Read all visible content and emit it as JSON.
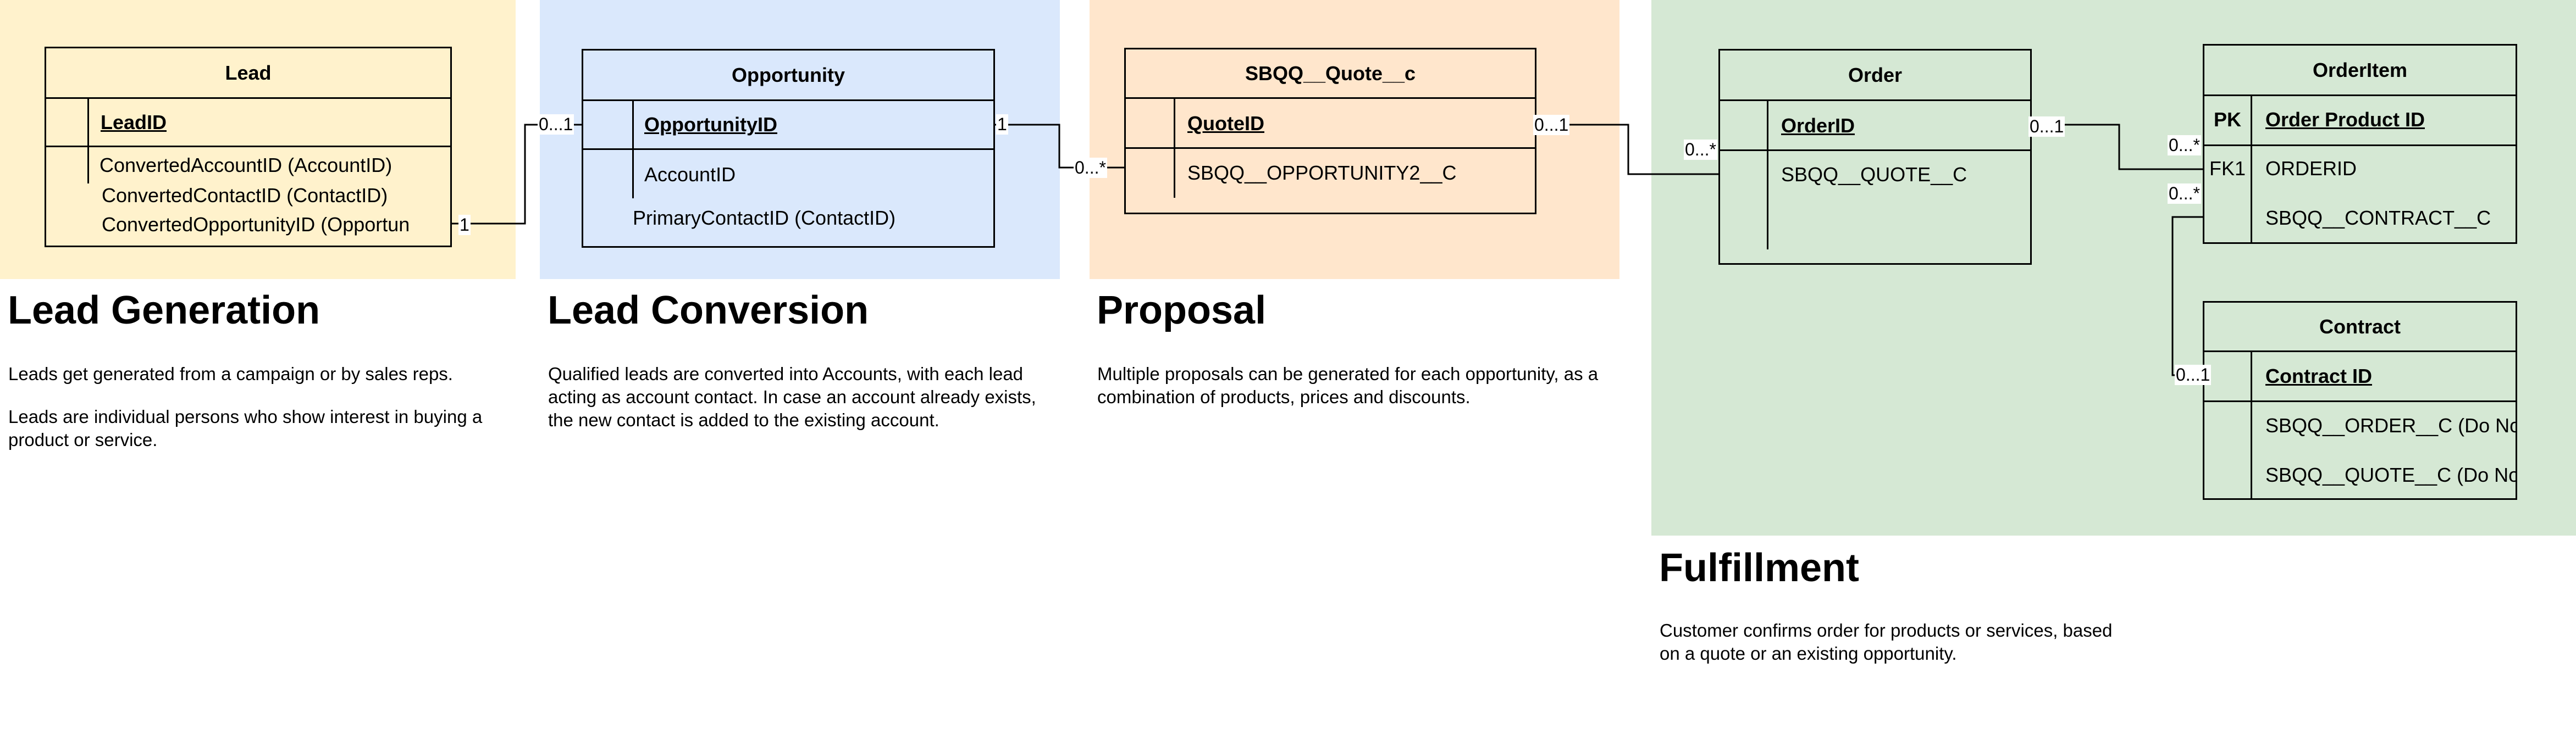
{
  "colors": {
    "lead_generation": "#fff2cc",
    "lead_conversion": "#dae8fc",
    "proposal": "#ffe6cc",
    "fulfillment": "#d5e8d4",
    "border": "#000000"
  },
  "entities": {
    "lead": {
      "title": "Lead",
      "pk": "LeadID",
      "fields": [
        "ConvertedAccountID (AccountID)",
        "ConvertedContactID (ContactID)",
        "ConvertedOpportunityID (Opportun"
      ]
    },
    "opportunity": {
      "title": "Opportunity",
      "pk": "OpportunityID",
      "field": "AccountID",
      "extra": "PrimaryContactID (ContactID)"
    },
    "quote": {
      "title": "SBQQ__Quote__c",
      "pk": "QuoteID",
      "field": "SBQQ__OPPORTUNITY2__C"
    },
    "order": {
      "title": "Order",
      "pk": "OrderID",
      "field": "SBQQ__QUOTE__C"
    },
    "orderitem": {
      "title": "OrderItem",
      "pk_key": "PK",
      "pk": "Order Product ID",
      "fk_key": "FK1",
      "fields": [
        "ORDERID",
        "SBQQ__CONTRACT__C"
      ]
    },
    "contract": {
      "title": "Contract",
      "pk": "Contract ID",
      "fields": [
        "SBQQ__ORDER__C (Do No",
        "SBQQ__QUOTE__C (Do No"
      ]
    }
  },
  "cardinalities": {
    "lead_side": "1",
    "opp_from_lead": "0...1",
    "opp_to_quote": "1",
    "quote_from_opp": "0...*",
    "quote_to_order": "0...1",
    "order_from_quote": "0...*",
    "order_to_item": "0...1",
    "item_from_order": "0...*",
    "item_to_contract": "0...*",
    "contract_from_item": "0...1"
  },
  "sections": {
    "lead_generation": {
      "heading": "Lead Generation",
      "paragraphs": [
        "Leads get generated from a campaign or by sales reps.",
        "Leads are individual persons who show interest in buying a product or service."
      ]
    },
    "lead_conversion": {
      "heading": "Lead Conversion",
      "paragraphs": [
        "Qualified leads are converted into Accounts, with each lead acting as account contact. In case an account already exists, the new contact is added to the existing account."
      ]
    },
    "proposal": {
      "heading": "Proposal",
      "paragraphs": [
        "Multiple proposals can be generated for each opportunity, as a combination of products, prices and discounts."
      ]
    },
    "fulfillment": {
      "heading": "Fulfillment",
      "paragraphs": [
        "Customer confirms order for products or services, based on a quote or an existing opportunity."
      ]
    }
  }
}
